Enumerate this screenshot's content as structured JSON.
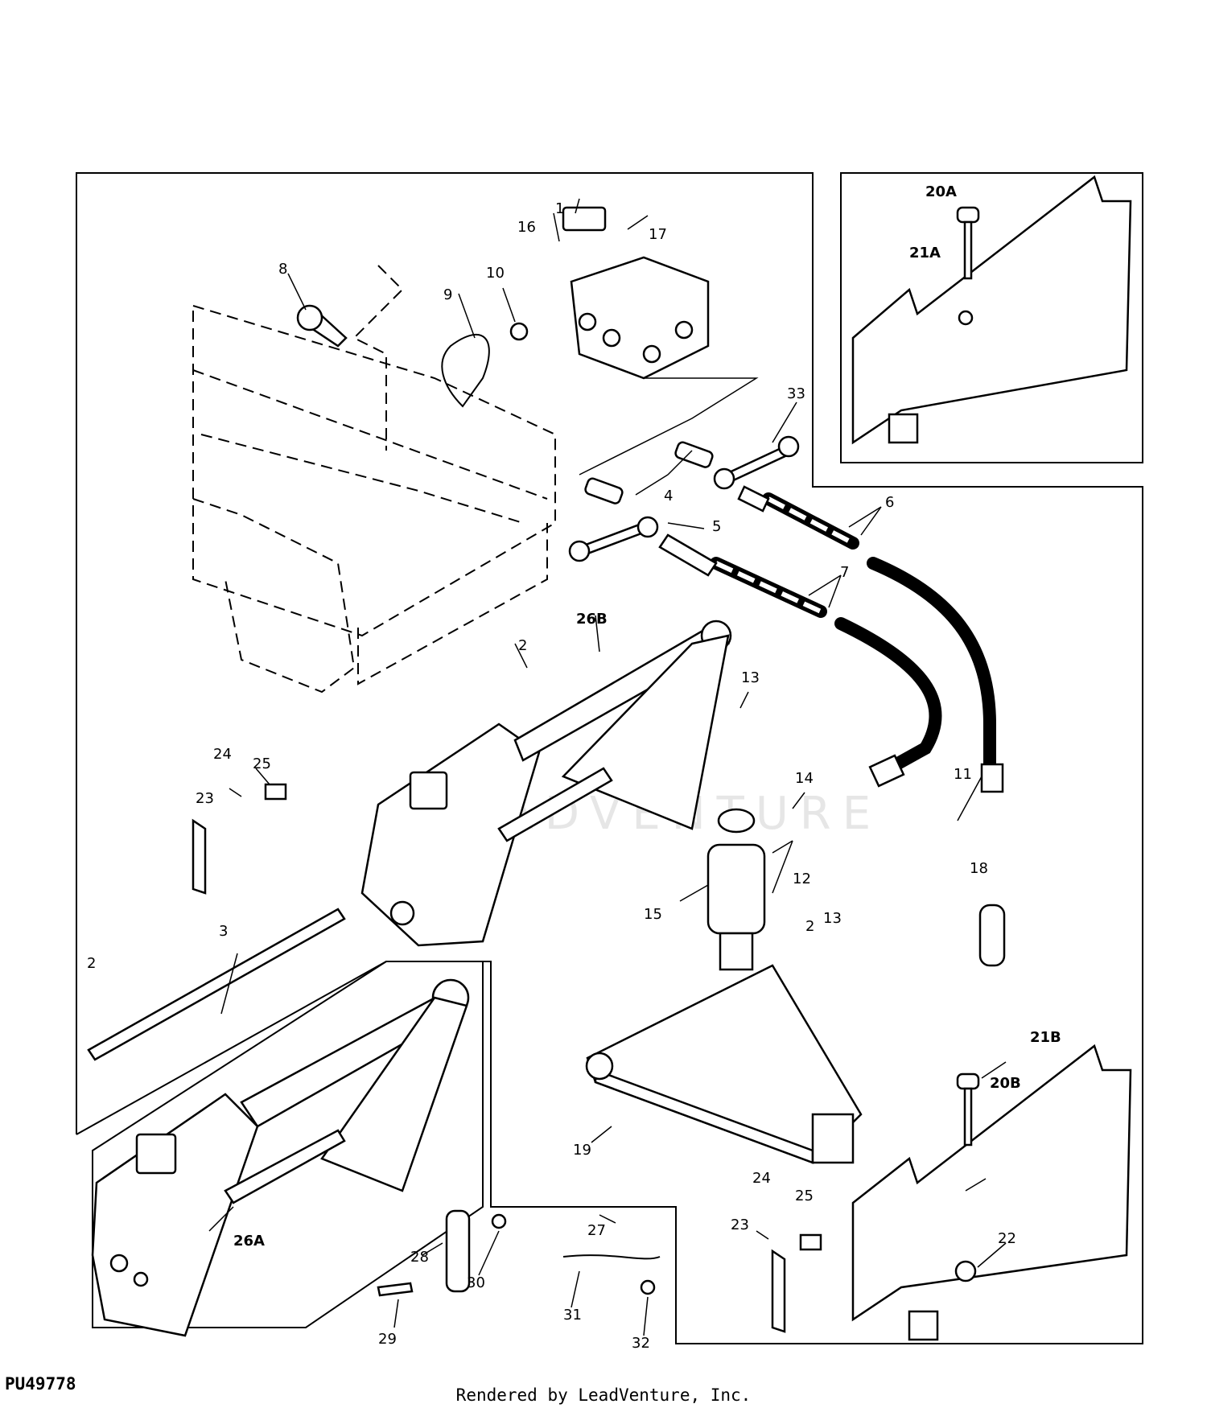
{
  "figure_id": "PU49778",
  "credit": "Rendered by LeadVenture, Inc.",
  "watermark": "LEADVENTURE",
  "callouts": {
    "c1": "1",
    "c2a": "2",
    "c2b": "2",
    "c2c": "2",
    "c3": "3",
    "c4": "4",
    "c5": "5",
    "c6": "6",
    "c7": "7",
    "c8": "8",
    "c9": "9",
    "c10": "10",
    "c11": "11",
    "c12": "12",
    "c13a": "13",
    "c13b": "13",
    "c14": "14",
    "c15": "15",
    "c16": "16",
    "c17": "17",
    "c18": "18",
    "c19": "19",
    "c20A": "20A",
    "c20B": "20B",
    "c21A": "21A",
    "c21B": "21B",
    "c22": "22",
    "c23a": "23",
    "c23b": "23",
    "c24a": "24",
    "c24b": "24",
    "c25a": "25",
    "c25b": "25",
    "c26A": "26A",
    "c26B": "26B",
    "c27": "27",
    "c28": "28",
    "c29": "29",
    "c30": "30",
    "c31": "31",
    "c32": "32",
    "c33": "33"
  }
}
